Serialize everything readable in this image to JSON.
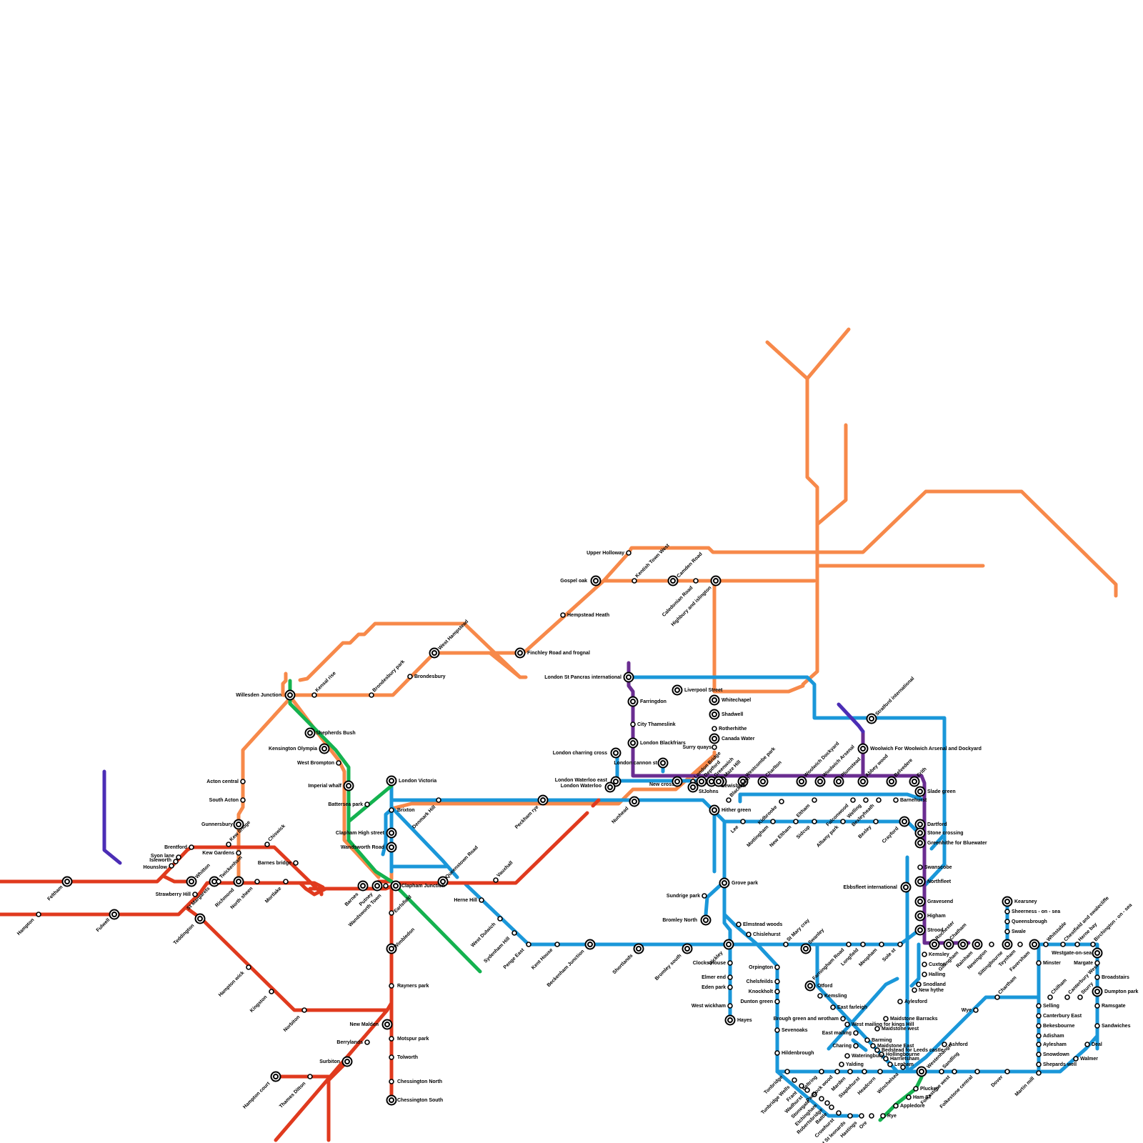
{
  "colors": {
    "red": "#e03a1e",
    "orange": "#f7894a",
    "blue": "#1a97d9",
    "green": "#14b24f",
    "purple": "#6a2d91",
    "violet": "#4b2db5"
  },
  "stations": [
    {
      "name": "Feltham"
    },
    {
      "name": "Hampton"
    },
    {
      "name": "Fulwell"
    },
    {
      "name": "Whitton"
    },
    {
      "name": "Brentford"
    },
    {
      "name": "Syon lane"
    },
    {
      "name": "Isleworth"
    },
    {
      "name": "Hounslow"
    },
    {
      "name": "Strawberry Hill"
    },
    {
      "name": "Teddington"
    },
    {
      "name": "St Margarets"
    },
    {
      "name": "Twickenham"
    },
    {
      "name": "Richmond"
    },
    {
      "name": "North sheen"
    },
    {
      "name": "Mortlake"
    },
    {
      "name": "Barnes bridge"
    },
    {
      "name": "Kew Gardens"
    },
    {
      "name": "Kew bridge"
    },
    {
      "name": "Chiswick"
    },
    {
      "name": "Gunnersbury"
    },
    {
      "name": "South Acton"
    },
    {
      "name": "Acton central"
    },
    {
      "name": "Hampton wick"
    },
    {
      "name": "Kingston"
    },
    {
      "name": "Norbiton"
    },
    {
      "name": "Hampton court"
    },
    {
      "name": "Thames Ditton"
    },
    {
      "name": "Surbiton"
    },
    {
      "name": "Berrylands"
    },
    {
      "name": "New Malden"
    },
    {
      "name": "Barnes"
    },
    {
      "name": "Putney"
    },
    {
      "name": "Wandsworth Town"
    },
    {
      "name": "Clapham Junction"
    },
    {
      "name": "Earlsfield"
    },
    {
      "name": "Wimbledon"
    },
    {
      "name": "Rayners park"
    },
    {
      "name": "Motspur park"
    },
    {
      "name": "Tolworth"
    },
    {
      "name": "Chessington North"
    },
    {
      "name": "Chessington South"
    },
    {
      "name": "Willesden Junction"
    },
    {
      "name": "Kensal rise"
    },
    {
      "name": "Brondesbury park"
    },
    {
      "name": "Brondesbury"
    },
    {
      "name": "West Hampstead"
    },
    {
      "name": "Finchley Road and frognal"
    },
    {
      "name": "Hempstead Heath"
    },
    {
      "name": "Gospel oak"
    },
    {
      "name": "Upper Holloway"
    },
    {
      "name": "Kentish Town West"
    },
    {
      "name": "Camden Road"
    },
    {
      "name": "Caledonian Road"
    },
    {
      "name": "Highbury and islington"
    },
    {
      "name": "Shepherds Bush"
    },
    {
      "name": "Kensington Olympia"
    },
    {
      "name": "West Brompton"
    },
    {
      "name": "Imperial whalf"
    },
    {
      "name": "Battersea park"
    },
    {
      "name": "Clapham High street"
    },
    {
      "name": "Wandsworth Road"
    },
    {
      "name": "London Victoria"
    },
    {
      "name": "Brixton"
    },
    {
      "name": "Denmark Hill"
    },
    {
      "name": "Peckham rye"
    },
    {
      "name": "Queenstown Road"
    },
    {
      "name": "Vauxhall"
    },
    {
      "name": "Herne Hill"
    },
    {
      "name": "West Dulwich"
    },
    {
      "name": "Sydenham Hill"
    },
    {
      "name": "Penge East"
    },
    {
      "name": "Kent House"
    },
    {
      "name": "Beckenham Junction"
    },
    {
      "name": "Shortlands"
    },
    {
      "name": "Bromley south"
    },
    {
      "name": "Bickley"
    },
    {
      "name": "London St Pancras international"
    },
    {
      "name": "Farringdon"
    },
    {
      "name": "City Thameslink"
    },
    {
      "name": "London Blackfriars"
    },
    {
      "name": "London charring cross"
    },
    {
      "name": "London cannon st"
    },
    {
      "name": "London Waterloo east"
    },
    {
      "name": "London Waterloo"
    },
    {
      "name": "London Bridge"
    },
    {
      "name": "Nunhead"
    },
    {
      "name": "New cross"
    },
    {
      "name": "Liverpool Street"
    },
    {
      "name": "Whitechapel"
    },
    {
      "name": "Shadwell"
    },
    {
      "name": "Rotherhithe"
    },
    {
      "name": "Canada Water"
    },
    {
      "name": "Surry quays"
    },
    {
      "name": "Deptford"
    },
    {
      "name": "Greenwich"
    },
    {
      "name": "Maze Hill"
    },
    {
      "name": "StJohns"
    },
    {
      "name": "Lewisham"
    },
    {
      "name": "Blackheath"
    },
    {
      "name": "Westcombe park"
    },
    {
      "name": "Charlton"
    },
    {
      "name": "Woolwich Dockyard"
    },
    {
      "name": "Woolwich Arsenal"
    },
    {
      "name": "Plumstead"
    },
    {
      "name": "Abbey wood"
    },
    {
      "name": "Belvedere"
    },
    {
      "name": "Erith"
    },
    {
      "name": "Slade green"
    },
    {
      "name": "Barnehurst"
    },
    {
      "name": "Hither green"
    },
    {
      "name": "Lee"
    },
    {
      "name": "Mottingham"
    },
    {
      "name": "New Eltham"
    },
    {
      "name": "Sidcup"
    },
    {
      "name": "Albany park"
    },
    {
      "name": "Bexley"
    },
    {
      "name": "Crayford"
    },
    {
      "name": "Kidbrooke"
    },
    {
      "name": "Eltham"
    },
    {
      "name": "Falconwood"
    },
    {
      "name": "Welling"
    },
    {
      "name": "Bexleyheath"
    },
    {
      "name": "Dartford"
    },
    {
      "name": "Stone crossing"
    },
    {
      "name": "Greenhithe for Bluewater"
    },
    {
      "name": "Swanscobe"
    },
    {
      "name": "Northfleet"
    },
    {
      "name": "Ebbsfleet international"
    },
    {
      "name": "Gravesend"
    },
    {
      "name": "Higham"
    },
    {
      "name": "Strood"
    },
    {
      "name": "Stratford international"
    },
    {
      "name": "Woolwich For Woolwich Arsenal and Dockyard"
    },
    {
      "name": "Grove park"
    },
    {
      "name": "Sundrige park"
    },
    {
      "name": "Bromley North"
    },
    {
      "name": "Elmstead woods"
    },
    {
      "name": "Chislehurst"
    },
    {
      "name": "St Mary cray"
    },
    {
      "name": "Swanley"
    },
    {
      "name": "Clocks House"
    },
    {
      "name": "Elmer end"
    },
    {
      "name": "Eden park"
    },
    {
      "name": "West wickham"
    },
    {
      "name": "Hayes"
    },
    {
      "name": "Orpington"
    },
    {
      "name": "Chelsfeilds"
    },
    {
      "name": "Knockholt"
    },
    {
      "name": "Dunton green"
    },
    {
      "name": "Sevenoaks"
    },
    {
      "name": "Hildenbrough"
    },
    {
      "name": "Tonbridge"
    },
    {
      "name": "Otford"
    },
    {
      "name": "Kemsling"
    },
    {
      "name": "Farningham Road"
    },
    {
      "name": "Longfield"
    },
    {
      "name": "Meopham"
    },
    {
      "name": "Sole st"
    },
    {
      "name": "Rochester"
    },
    {
      "name": "Chatham"
    },
    {
      "name": "Gillingham"
    },
    {
      "name": "Rainham"
    },
    {
      "name": "Newington"
    },
    {
      "name": "Sittingbourne"
    },
    {
      "name": "Teynham"
    },
    {
      "name": "Faversham"
    },
    {
      "name": "Whitstable"
    },
    {
      "name": "Chestfield and swalecliffe"
    },
    {
      "name": "Herne bay"
    },
    {
      "name": "Birchington - on - sea"
    },
    {
      "name": "Westgate-on-sea"
    },
    {
      "name": "Margate"
    },
    {
      "name": "Broadstairs"
    },
    {
      "name": "Dumpton park"
    },
    {
      "name": "Ramsgate"
    },
    {
      "name": "Sandwiches"
    },
    {
      "name": "Deal"
    },
    {
      "name": "Walmer"
    },
    {
      "name": "Martin mill"
    },
    {
      "name": "Dover"
    },
    {
      "name": "Folkestone central"
    },
    {
      "name": "Folkestone west"
    },
    {
      "name": "Sandling"
    },
    {
      "name": "Westenhanger"
    },
    {
      "name": "Ashford"
    },
    {
      "name": "Wye"
    },
    {
      "name": "Chartham"
    },
    {
      "name": "Chilham"
    },
    {
      "name": "Canterbury West"
    },
    {
      "name": "Sturry"
    },
    {
      "name": "Minster"
    },
    {
      "name": "Selling"
    },
    {
      "name": "Canterbury East"
    },
    {
      "name": "Bekesbourne"
    },
    {
      "name": "Adisham"
    },
    {
      "name": "Aylesham"
    },
    {
      "name": "Snowdown"
    },
    {
      "name": "Shepards well"
    },
    {
      "name": "Kearsney"
    },
    {
      "name": "Sheerness - on - sea"
    },
    {
      "name": "Queensbrough"
    },
    {
      "name": "Swale"
    },
    {
      "name": "Kemsley"
    },
    {
      "name": "Cuxton"
    },
    {
      "name": "Halling"
    },
    {
      "name": "Snodland"
    },
    {
      "name": "New hythe"
    },
    {
      "name": "Aylesford"
    },
    {
      "name": "Maidstone Barracks"
    },
    {
      "name": "Maidstone west"
    },
    {
      "name": "East farleigh"
    },
    {
      "name": "Brough green and wrotham"
    },
    {
      "name": "West mailing for kings Hill"
    },
    {
      "name": "East malling"
    },
    {
      "name": "Barming"
    },
    {
      "name": "Maidstone East"
    },
    {
      "name": "Bedstead for Leeds castle"
    },
    {
      "name": "Hollingbourne"
    },
    {
      "name": "Harrietsham"
    },
    {
      "name": "Lenham"
    },
    {
      "name": "Charing"
    },
    {
      "name": "Wateringbury"
    },
    {
      "name": "Yalding"
    },
    {
      "name": "Beltring"
    },
    {
      "name": "Paddock wood"
    },
    {
      "name": "Marden"
    },
    {
      "name": "Staplehurst"
    },
    {
      "name": "Headcorn"
    },
    {
      "name": "Pluckey"
    },
    {
      "name": "Ham ST"
    },
    {
      "name": "Appledore"
    },
    {
      "name": "Rye"
    },
    {
      "name": "Ore"
    },
    {
      "name": "Hastings"
    },
    {
      "name": "West St leonards"
    },
    {
      "name": "Crowhurst"
    },
    {
      "name": "Battle"
    },
    {
      "name": "Robertsbridge"
    },
    {
      "name": "Etchingham"
    },
    {
      "name": "Stonegate"
    },
    {
      "name": "Wadhurst"
    },
    {
      "name": "Frant"
    },
    {
      "name": "Tunbridge Wells"
    },
    {
      "name": "Winchelsea"
    }
  ]
}
